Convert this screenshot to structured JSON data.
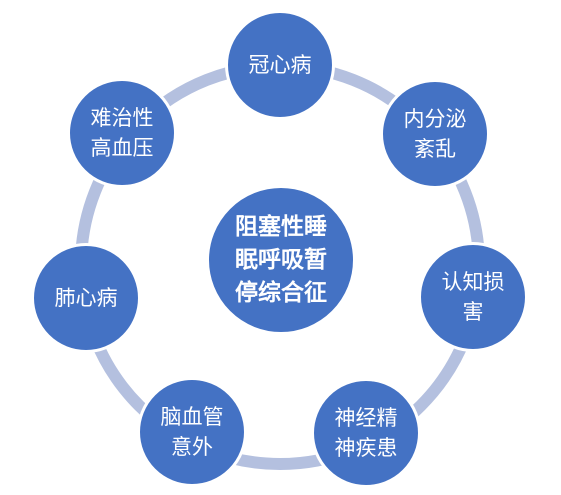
{
  "diagram": {
    "center": {
      "label": "阻塞性睡\n眠呼吸暂\n停综合征"
    },
    "nodes": [
      {
        "id": "guanxinbing",
        "label": "冠心病"
      },
      {
        "id": "neifenmi",
        "label": "内分泌\n紊乱"
      },
      {
        "id": "renzhi",
        "label": "认知损\n害"
      },
      {
        "id": "shenjing",
        "label": "神经精\n神疾患"
      },
      {
        "id": "naoxueguan",
        "label": "脑血管\n意外"
      },
      {
        "id": "feixinbing",
        "label": "肺心病"
      },
      {
        "id": "gaoxueya",
        "label": "难治性\n高血压"
      }
    ]
  },
  "colors": {
    "node_fill": "#4472C4",
    "ring": "#B4C0DF",
    "node_border": "#FFFFFF"
  }
}
